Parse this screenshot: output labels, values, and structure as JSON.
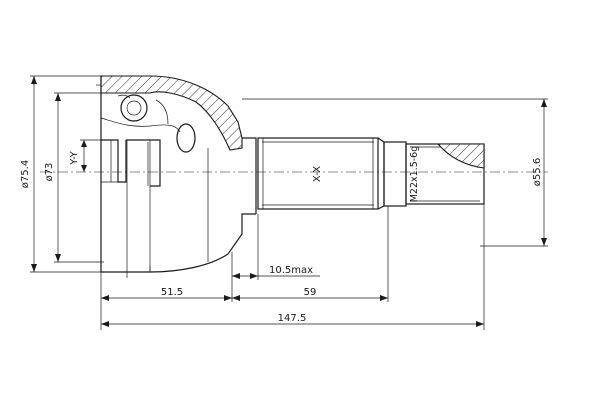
{
  "dimensions": {
    "dia_outer": "ø75.4",
    "dia_inner": "ø73",
    "axis_y": "Y-Y",
    "axis_x": "X-X",
    "thread": "M22x1.5-6g",
    "dia_shaft": "ø55.6",
    "offset": "10.5max",
    "len_body": "51.5",
    "len_shaft": "59",
    "len_total": "147.5"
  }
}
